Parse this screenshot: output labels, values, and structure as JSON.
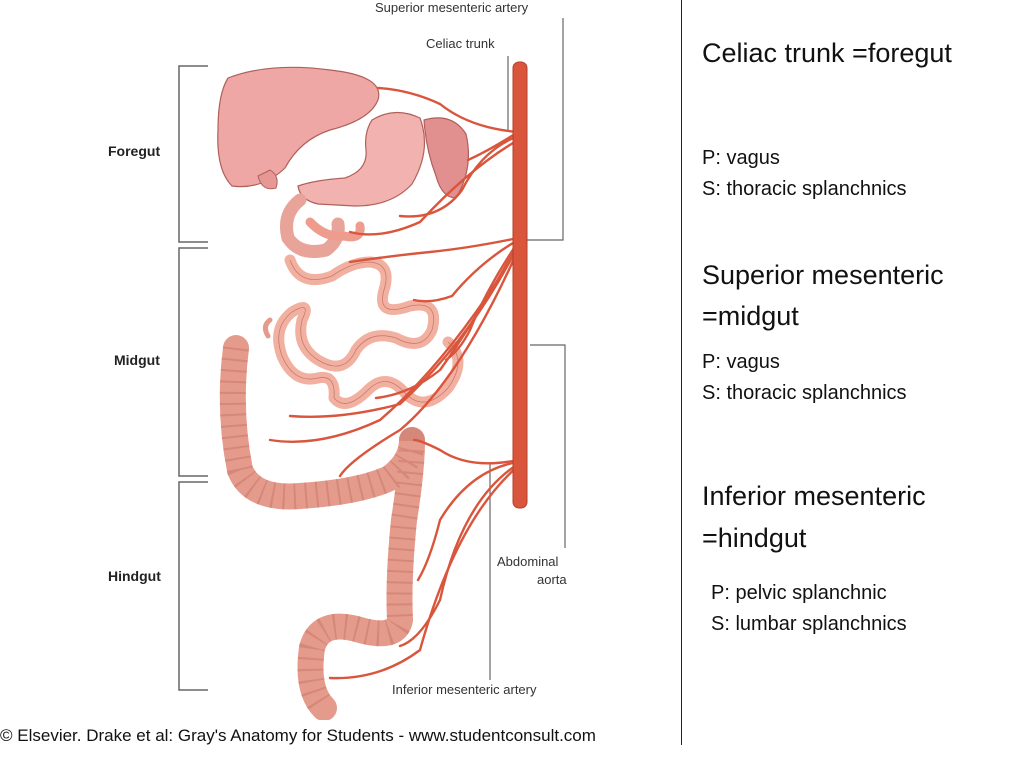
{
  "figure": {
    "labels": {
      "superior_mesenteric_artery": "Superior mesenteric artery",
      "celiac_trunk": "Celiac trunk",
      "foregut": "Foregut",
      "midgut": "Midgut",
      "hindgut": "Hindgut",
      "abdominal_aorta_line1": "Abdominal",
      "abdominal_aorta_line2": "aorta",
      "inferior_mesenteric_artery": "Inferior mesenteric artery"
    },
    "caption": "© Elsevier. Drake et al: Gray's Anatomy for Students - www.studentconsult.com",
    "colors": {
      "artery": "#d9553c",
      "organ": "#eea7a5",
      "bowel": "#f2b3a4",
      "colon": "#e59b8c",
      "outline": "#b0605a"
    }
  },
  "notes": {
    "celiac": {
      "heading": "Celiac trunk =foregut",
      "p": "P: vagus",
      "s": "S:  thoracic splanchnics"
    },
    "superior": {
      "heading_line1": "Superior mesenteric",
      "heading_line2": "=midgut",
      "p": "P: vagus",
      "s": "S:  thoracic splanchnics"
    },
    "inferior": {
      "heading_line1": "Inferior mesenteric",
      "heading_line2": "=hindgut",
      "p": "P:  pelvic splanchnic",
      "s": "S:  lumbar splanchnics"
    }
  }
}
